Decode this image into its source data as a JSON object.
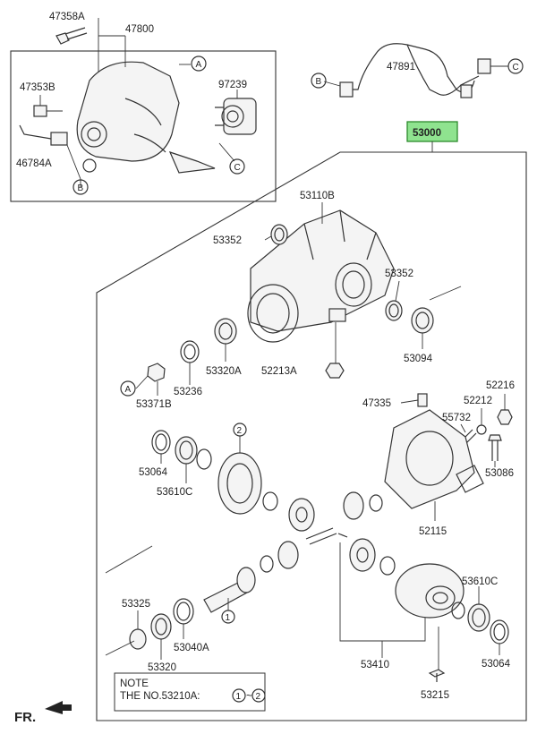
{
  "labels": {
    "p47358A": "47358A",
    "p47800": "47800",
    "p47353B": "47353B",
    "p97239": "97239",
    "p46784A": "46784A",
    "p47891": "47891",
    "p53000": "53000",
    "p53110B": "53110B",
    "p53352": "53352",
    "p53094": "53094",
    "p52213A": "52213A",
    "p53320A": "53320A",
    "p53236": "53236",
    "p53371B": "53371B",
    "p47335": "47335",
    "p52216": "52216",
    "p52212": "52212",
    "p55732": "55732",
    "p53086": "53086",
    "p52115": "52115",
    "p53064": "53064",
    "p53610C": "53610C",
    "p53325": "53325",
    "p53040A": "53040A",
    "p53320": "53320",
    "p53410": "53410",
    "p53215": "53215"
  },
  "refs": {
    "a": "A",
    "b": "B",
    "c": "C"
  },
  "callouts": {
    "one": "1",
    "two": "2"
  },
  "note": {
    "title": "NOTE",
    "text": "THE NO.53210A:",
    "ref_start": "1",
    "separator": "~",
    "ref_end": "2"
  },
  "orientation": {
    "front": "FR."
  },
  "colors": {
    "highlight": "#8fe38f",
    "line": "#333333"
  }
}
